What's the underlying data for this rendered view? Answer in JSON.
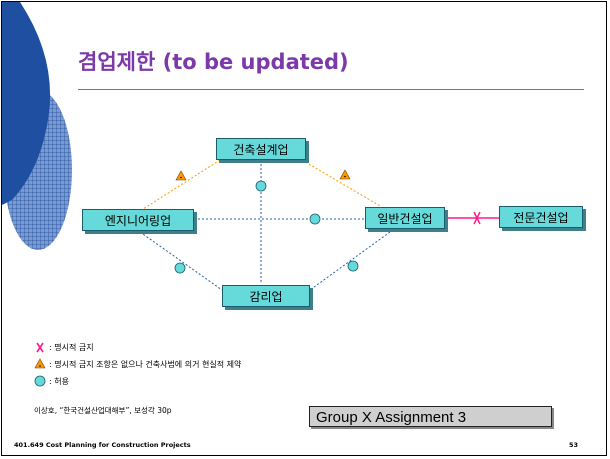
{
  "slide": {
    "title": "겸업제한 (to be updated)",
    "page_number": "53",
    "footer": "401.649 Cost Planning for Construction Projects",
    "source": "이상호, “한국건설산업대해부”, 보성각 30p",
    "assignment_label": "Group X Assignment 3"
  },
  "nodes": {
    "architecture_design": "건축설계업",
    "engineering": "엔지니어링업",
    "general_construction": "일반건설업",
    "specialty_construction": "전문건설업",
    "supervision": "감리업"
  },
  "legend": [
    {
      "symbol": "x-mark",
      "text": ": 명시적 금지"
    },
    {
      "symbol": "warning-triangle",
      "text": ": 명시적 금지 조항은 없으나 건축사법에 의거 현실적 제약"
    },
    {
      "symbol": "allowed-circle",
      "text": ": 허용"
    }
  ],
  "colors": {
    "title": "#7c3aa8",
    "node_fill": "#66dada",
    "prohibited": "#ff1a8c",
    "restricted_line": "#ff9900",
    "allowed_line": "#1f5fa8",
    "shape_blue": "#1f4fa0"
  }
}
